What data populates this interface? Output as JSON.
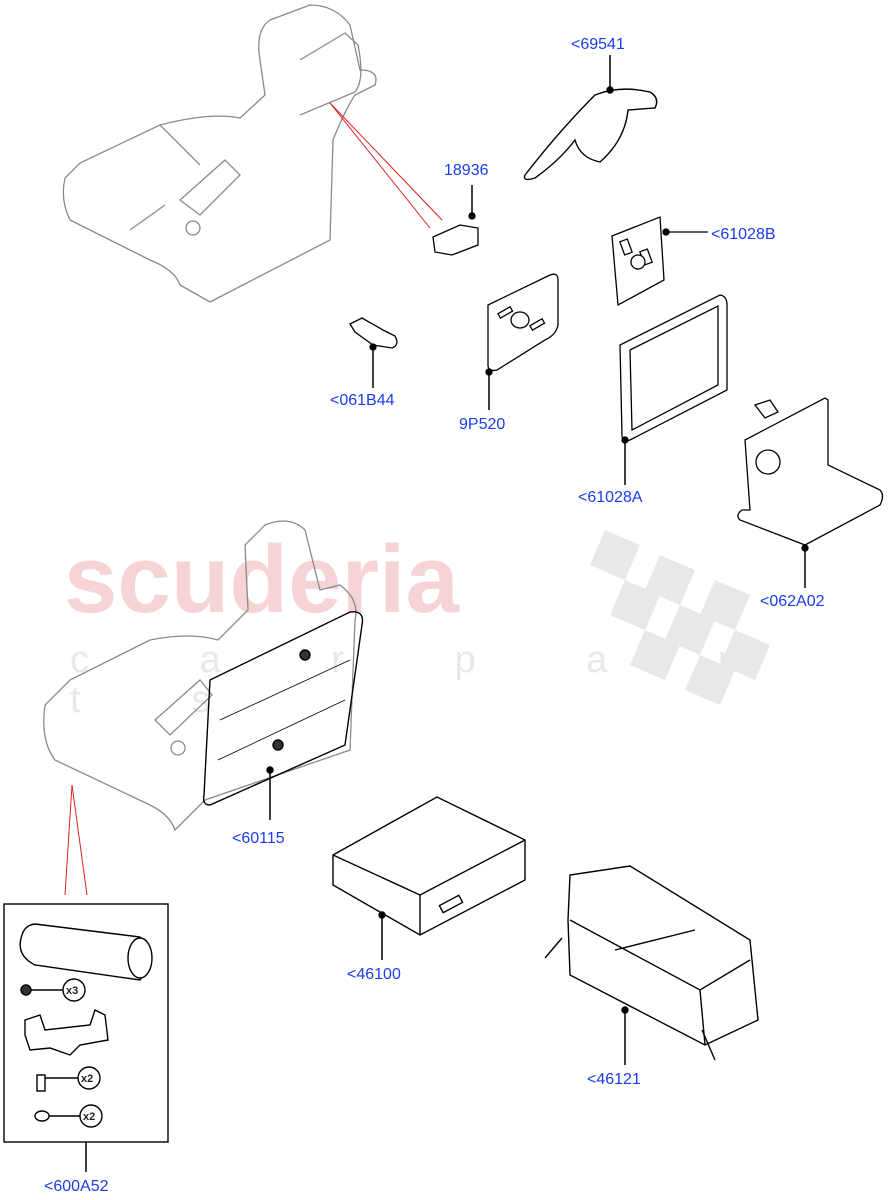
{
  "watermark": {
    "brand": "scuderia",
    "sub": "c a r   p a r t s"
  },
  "parts": [
    {
      "id": "69541",
      "label": "<69541"
    },
    {
      "id": "18936",
      "label": "18936"
    },
    {
      "id": "61028B",
      "label": "<61028B"
    },
    {
      "id": "061B44",
      "label": "<061B44"
    },
    {
      "id": "9P520",
      "label": "9P520"
    },
    {
      "id": "61028A",
      "label": "<61028A"
    },
    {
      "id": "062A02",
      "label": "<062A02"
    },
    {
      "id": "60115",
      "label": "<60115"
    },
    {
      "id": "46100",
      "label": "<46100"
    },
    {
      "id": "46121",
      "label": "<46121"
    },
    {
      "id": "600A52",
      "label": "<600A52"
    }
  ],
  "kit_box": {
    "quantities": [
      "x3",
      "x2",
      "x2"
    ]
  },
  "colors": {
    "label": "#1a3cf0",
    "leader_line": "#000000",
    "reference_line": "#e02020",
    "outline": "#8a8a8a"
  }
}
